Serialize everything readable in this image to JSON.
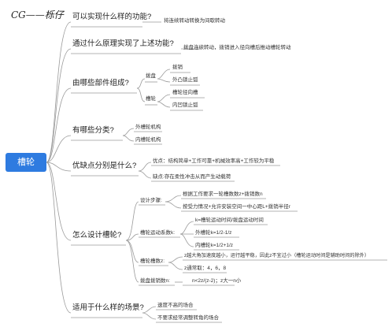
{
  "logo": "CG——栎仔",
  "root": "槽轮",
  "branches": [
    {
      "q": "可以实现什么样的功能?",
      "items": [
        "将连续转动转换为间歇转动"
      ]
    },
    {
      "q": "通过什么原理实现了上述功能?",
      "items": [
        "拨盘连续转动，拨销进入径向槽后推动槽轮转动"
      ]
    },
    {
      "q": "由哪些部件组成?",
      "groups": [
        {
          "name": "拨盘",
          "items": [
            "拨销",
            "外凸锁止弧"
          ]
        },
        {
          "name": "槽轮",
          "items": [
            "槽轮径向槽",
            "内凹锁止弧"
          ]
        }
      ]
    },
    {
      "q": "有哪些分类?",
      "items": [
        "外槽轮机构",
        "内槽轮机构"
      ]
    },
    {
      "q": "优缺点分别是什么?",
      "items": [
        "优点：结构简单+工作可靠+机械效率高+工作较为平稳",
        "缺点:存在柔性冲击从而产生动载荷"
      ]
    },
    {
      "q": "怎么设计槽轮?",
      "groups": [
        {
          "name": "设计步骤:",
          "items": [
            "根据工作要求一轮槽数数z+拨销数n",
            "按受力情况+允许安装空间一中心距L+拨销半径r"
          ]
        },
        {
          "name": "槽轮运动系数k:",
          "items": [
            "k=槽轮运动时间/拨盘运动时间",
            "外槽轮k=1/2-1/z",
            "内槽轮k=1/2+1/z"
          ]
        },
        {
          "name": "槽轮槽数z:",
          "items": [
            "z越大角加速度越小，运行越平稳，因此z不宜过小（槽轮运动时间是辅助时间的除外）",
            "z通常取：4，6，8"
          ]
        },
        {
          "name": "拨盘拨销数n:",
          "items": [
            "n<2z/(z-2)；z大一n小"
          ]
        }
      ]
    },
    {
      "q": "适用于什么样的场景?",
      "items": [
        "速度不高的场合",
        "不要求经常调整转角的场合"
      ]
    }
  ]
}
